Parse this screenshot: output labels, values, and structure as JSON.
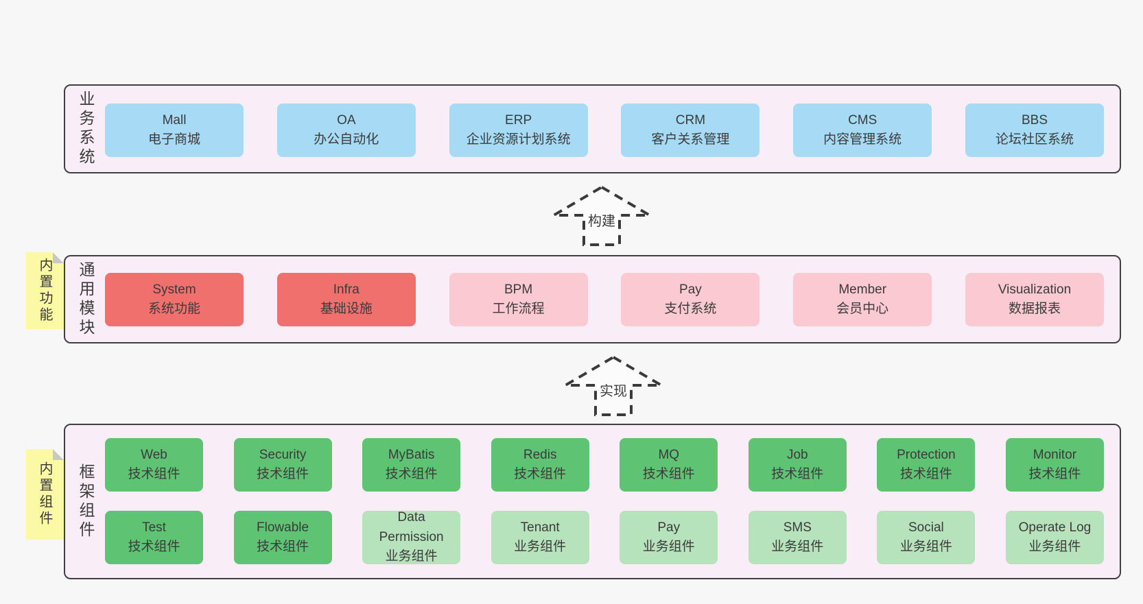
{
  "business": {
    "label": "业务系统",
    "items": [
      {
        "title": "Mall",
        "subtitle": "电子商城",
        "variant": "blue"
      },
      {
        "title": "OA",
        "subtitle": "办公自动化",
        "variant": "blue"
      },
      {
        "title": "ERP",
        "subtitle": "企业资源计划系统",
        "variant": "blue"
      },
      {
        "title": "CRM",
        "subtitle": "客户关系管理",
        "variant": "blue"
      },
      {
        "title": "CMS",
        "subtitle": "内容管理系统",
        "variant": "blue"
      },
      {
        "title": "BBS",
        "subtitle": "论坛社区系统",
        "variant": "blue"
      }
    ]
  },
  "arrows": {
    "build": "构建",
    "implement": "实现"
  },
  "modules": {
    "label": "通用模块",
    "sticky": "内置功能",
    "items": [
      {
        "title": "System",
        "subtitle": "系统功能",
        "variant": "red"
      },
      {
        "title": "Infra",
        "subtitle": "基础设施",
        "variant": "red"
      },
      {
        "title": "BPM",
        "subtitle": "工作流程",
        "variant": "pink"
      },
      {
        "title": "Pay",
        "subtitle": "支付系统",
        "variant": "pink"
      },
      {
        "title": "Member",
        "subtitle": "会员中心",
        "variant": "pink"
      },
      {
        "title": "Visualization",
        "subtitle": "数据报表",
        "variant": "pink"
      }
    ]
  },
  "framework": {
    "label": "框架组件",
    "sticky": "内置组件",
    "row1": [
      {
        "title": "Web",
        "subtitle": "技术组件",
        "variant": "green"
      },
      {
        "title": "Security",
        "subtitle": "技术组件",
        "variant": "green"
      },
      {
        "title": "MyBatis",
        "subtitle": "技术组件",
        "variant": "green"
      },
      {
        "title": "Redis",
        "subtitle": "技术组件",
        "variant": "green"
      },
      {
        "title": "MQ",
        "subtitle": "技术组件",
        "variant": "green"
      },
      {
        "title": "Job",
        "subtitle": "技术组件",
        "variant": "green"
      },
      {
        "title": "Protection",
        "subtitle": "技术组件",
        "variant": "green"
      },
      {
        "title": "Monitor",
        "subtitle": "技术组件",
        "variant": "green"
      }
    ],
    "row2": [
      {
        "title": "Test",
        "subtitle": "技术组件",
        "variant": "green"
      },
      {
        "title": "Flowable",
        "subtitle": "技术组件",
        "variant": "green"
      },
      {
        "title": "Data Permission",
        "subtitle": "业务组件",
        "variant": "lightgreen"
      },
      {
        "title": "Tenant",
        "subtitle": "业务组件",
        "variant": "lightgreen"
      },
      {
        "title": "Pay",
        "subtitle": "业务组件",
        "variant": "lightgreen"
      },
      {
        "title": "SMS",
        "subtitle": "业务组件",
        "variant": "lightgreen"
      },
      {
        "title": "Social",
        "subtitle": "业务组件",
        "variant": "lightgreen"
      },
      {
        "title": "Operate Log",
        "subtitle": "业务组件",
        "variant": "lightgreen"
      }
    ]
  },
  "colors": {
    "page_bg": "#f7f7f7",
    "panel_bg": "#f9eef8",
    "panel_border": "#3f3f3f",
    "business_box": "#a7daf4",
    "core_module_box": "#f0706e",
    "module_box": "#fbc9d1",
    "tech_component_box": "#5fc374",
    "biz_component_box": "#b7e3bc",
    "sticky_bg": "#fbf9a3",
    "sticky_fold": "#c8c8c8",
    "text": "#3b3b3b"
  }
}
